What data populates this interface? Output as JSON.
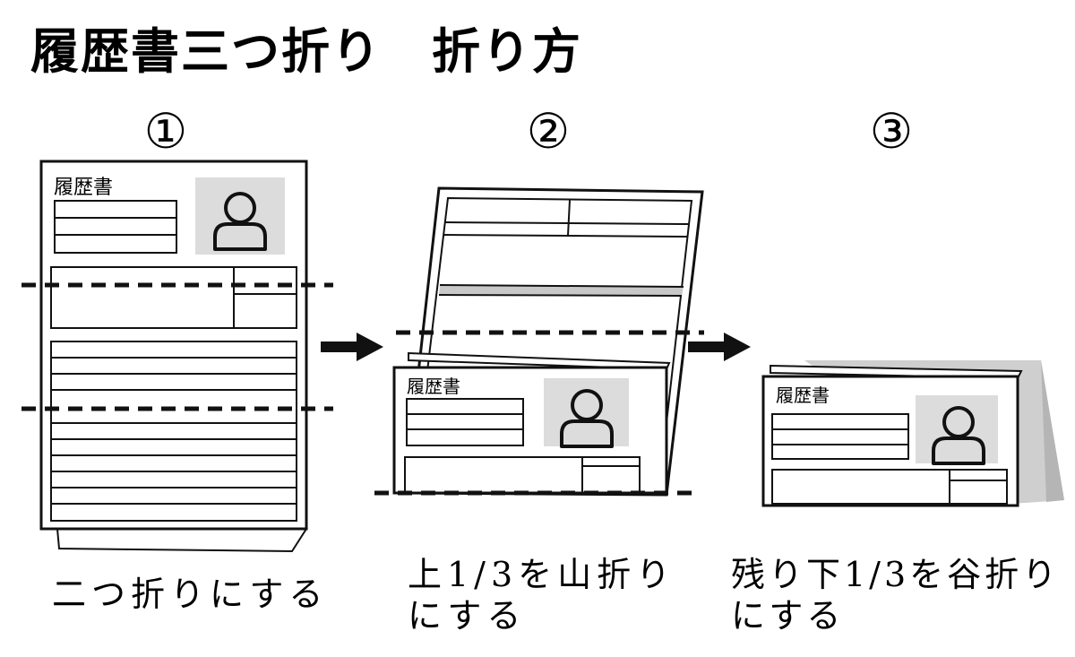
{
  "title": "履歴書三つ折り　折り方",
  "document_label": "履歴書",
  "steps": [
    {
      "number": "①",
      "caption_lines": [
        "二つ折りにする"
      ]
    },
    {
      "number": "②",
      "caption_lines": [
        "上1/3を山折り",
        "にする"
      ]
    },
    {
      "number": "③",
      "caption_lines": [
        "残り下1/3を谷折り",
        "にする"
      ]
    }
  ],
  "colors": {
    "line": "#111111",
    "photo_bg": "#dcdcdc",
    "fold_shade": "#c8c8c8",
    "back_flap": "#cfcfcf"
  },
  "icons": [
    "person-silhouette-icon",
    "arrow-right-icon",
    "fold-line-dashed"
  ]
}
